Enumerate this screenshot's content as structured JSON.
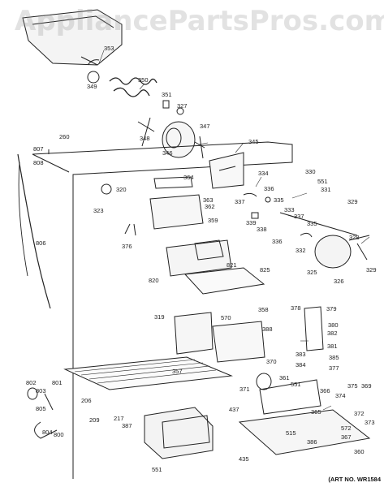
{
  "watermark": "AppliancePartsPros.com",
  "art_number": "(ART NO. WR1584",
  "labels": {
    "l353": "353",
    "l349": "349",
    "l350": "350",
    "l351": "351",
    "l327": "327",
    "l260": "260",
    "l347": "347",
    "l348": "348",
    "l346": "346",
    "l345": "345",
    "l807": "807",
    "l808": "808",
    "l364": "364",
    "l320": "320",
    "l363": "363",
    "l362": "362",
    "l359": "359",
    "l323": "323",
    "l376": "376",
    "l806": "806",
    "l334": "334",
    "l330": "330",
    "l551a": "551",
    "l331": "331",
    "l329a": "329",
    "l337a": "337",
    "l336a": "336",
    "l333": "333",
    "l335a": "335",
    "l339": "339",
    "l338": "338",
    "l337b": "337",
    "l336b": "336",
    "l335b": "335",
    "l332": "332",
    "l328": "328",
    "l325": "325",
    "l326": "326",
    "l329b": "329",
    "l821": "821",
    "l825": "825",
    "l820": "820",
    "l319": "319",
    "l570": "570",
    "l358": "358",
    "l388": "388",
    "l378": "378",
    "l379": "379",
    "l380": "380",
    "l382": "382",
    "l381": "381",
    "l383": "383",
    "l385": "385",
    "l384": "384",
    "l377": "377",
    "l357": "357",
    "l370": "370",
    "l361": "361",
    "l551b": "551",
    "l375": "375",
    "l369": "369",
    "l802": "802",
    "l801": "801",
    "l803": "803",
    "l206": "206",
    "l805": "805",
    "l209": "209",
    "l217": "217",
    "l804": "804",
    "l800": "800",
    "l387": "387",
    "l371": "371",
    "l437": "437",
    "l366": "366",
    "l374": "374",
    "l365": "365",
    "l372": "372",
    "l373": "373",
    "l515": "515",
    "l572": "572",
    "l367": "367",
    "l386": "386",
    "l435": "435",
    "l360": "360",
    "l551c": "551"
  }
}
